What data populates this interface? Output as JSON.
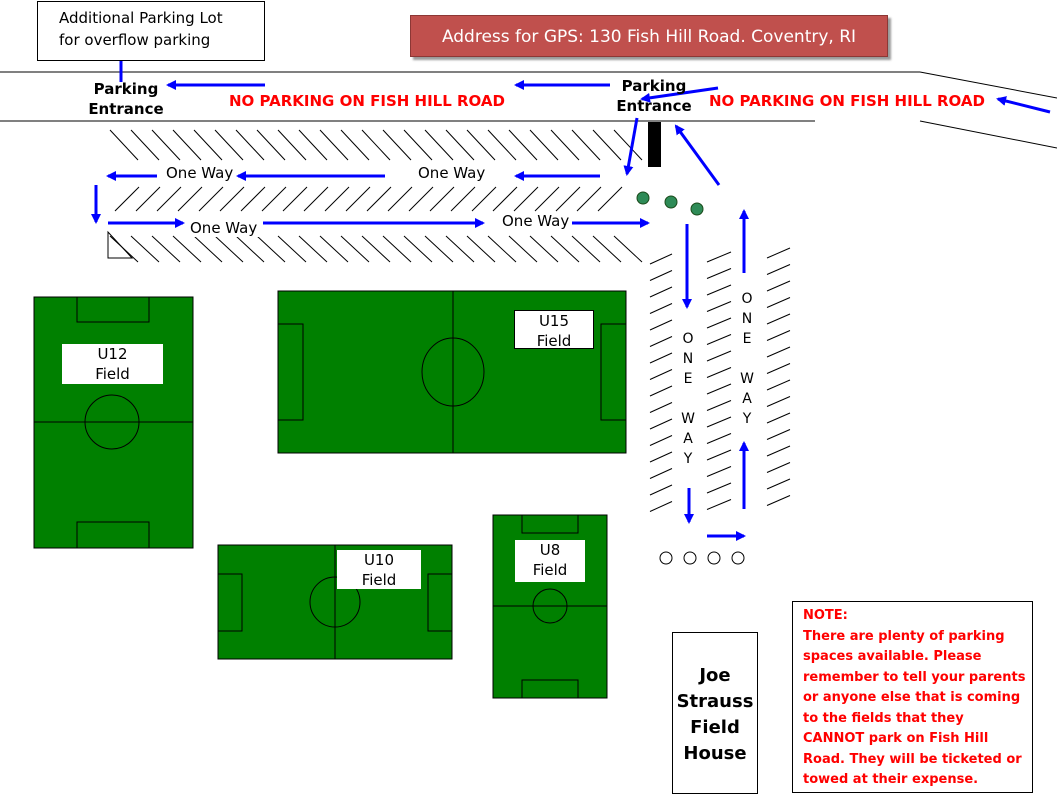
{
  "overflow_lot": {
    "line1": "Additional Parking Lot",
    "line2": "for overflow parking"
  },
  "gps_banner": "Address for GPS: 130 Fish Hill Road. Coventry, RI",
  "parking_entrance_left": {
    "line1": "Parking",
    "line2": "Entrance"
  },
  "parking_entrance_right": {
    "line1": "Parking",
    "line2": "Entrance"
  },
  "no_parking_left": "NO PARKING ON FISH HILL ROAD",
  "no_parking_right": "NO PARKING ON FISH HILL ROAD",
  "one_way_labels": [
    "One Way",
    "One Way",
    "One Way",
    "One Way"
  ],
  "one_way_vertical": {
    "left": [
      "O",
      "N",
      "E",
      "",
      "W",
      "A",
      "Y"
    ],
    "right": [
      "O",
      "N",
      "E",
      "",
      "W",
      "A",
      "Y"
    ]
  },
  "fields": {
    "u12": {
      "line1": "U12",
      "line2": "Field"
    },
    "u15": {
      "line1": "U15",
      "line2": "Field"
    },
    "u10": {
      "line1": "U10",
      "line2": "Field"
    },
    "u8": {
      "line1": "U8",
      "line2": "Field"
    }
  },
  "field_house": {
    "line1": "Joe",
    "line2": "Strauss",
    "line3": "Field",
    "line4": "House"
  },
  "note": {
    "heading": "NOTE:",
    "lines": [
      "There are plenty of parking",
      "spaces available. Please",
      "remember to tell your parents",
      "or anyone else that is coming",
      "to the fields that they",
      "CANNOT park on Fish Hill",
      "Road. They will be ticketed or",
      "towed at their expense."
    ]
  },
  "colors": {
    "field": "#008000",
    "arrow": "#0000ff",
    "banner": "#c0504d",
    "warning": "#ff0000",
    "post": "#2e8b57"
  }
}
